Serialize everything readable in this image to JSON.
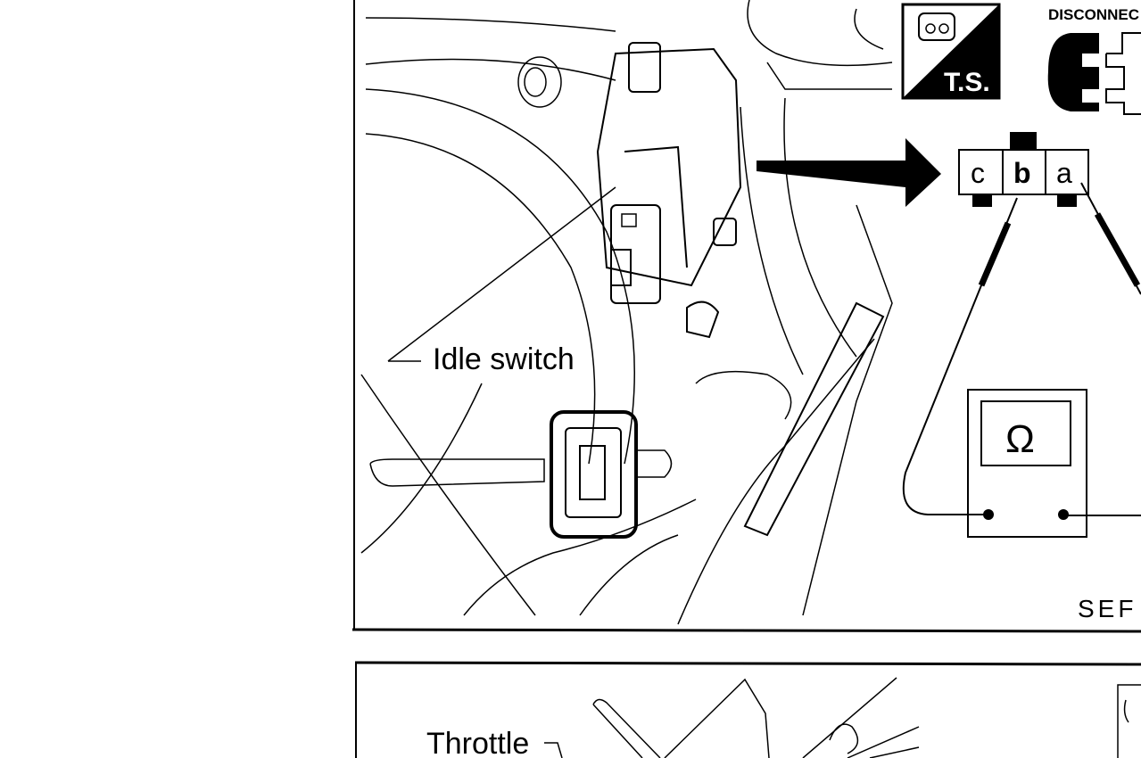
{
  "figure_top": {
    "label_idle_switch": "Idle switch",
    "ts_badge": "T.S.",
    "disconnect_label": "DISCONNEC",
    "connector_terminals": [
      "c",
      "b",
      "a"
    ],
    "ohmmeter_symbol": "Ω",
    "figure_code": "SEF"
  },
  "figure_bottom": {
    "label_throttle": "Throttle"
  }
}
